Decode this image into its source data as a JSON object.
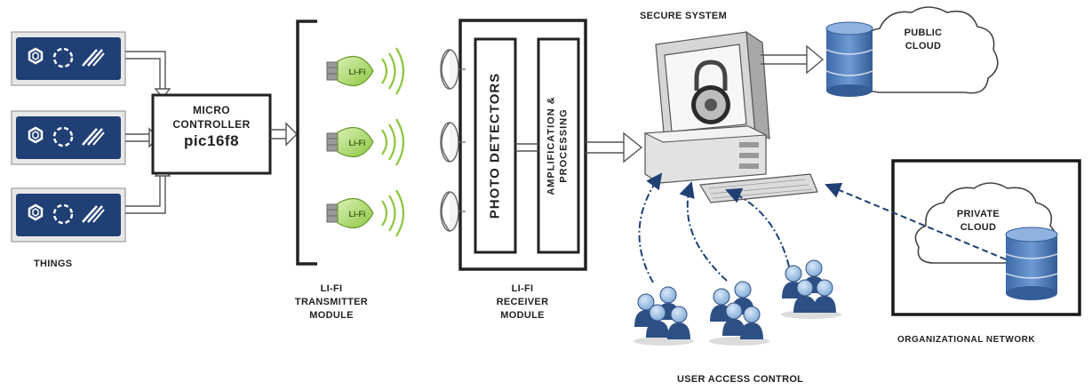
{
  "things": {
    "label": "THINGS"
  },
  "micro": {
    "line1": "Micro",
    "line2": "controller",
    "line3": "pic16f8"
  },
  "transmitter": {
    "line1": "Li-Fi",
    "line2": "Transmitter",
    "line3": "module"
  },
  "bulb_text": "Li-Fi",
  "receiver": {
    "line1": "Li-Fi",
    "line2": "Receiver",
    "line3": "module",
    "photo_detectors": "Photo Detectors",
    "amp_line1": "Amplification &",
    "amp_line2": "Processing"
  },
  "secure_system": "SECURE SYSTEM",
  "public_cloud": {
    "line1": "Public",
    "line2": "cloud"
  },
  "private_cloud": {
    "line1": "Private",
    "line2": "cloud"
  },
  "org_network": "ORGANIZATIONAL NETWORK",
  "user_access": "User Access Control",
  "colors": {
    "navy": "#1f3f75",
    "bulb_green": "#8cc63f",
    "db_blue": "#5b86c2",
    "user_blue": "#9cc0e8"
  }
}
